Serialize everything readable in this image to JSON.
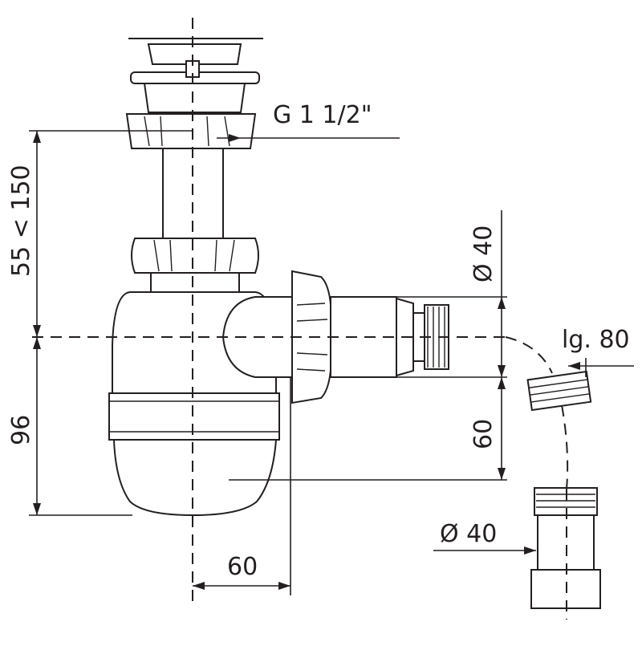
{
  "dimensions": {
    "thread_size": "G 1 1/2\"",
    "height_range": "55 < 150",
    "bottom_height": "96",
    "horizontal_offset": "60",
    "outlet_diameter": "Ø 40",
    "outlet_drop": "60",
    "pipe_length": "lg. 80",
    "adapter_diameter": "Ø 40"
  },
  "colors": {
    "line": "#231f20",
    "background": "#ffffff"
  }
}
